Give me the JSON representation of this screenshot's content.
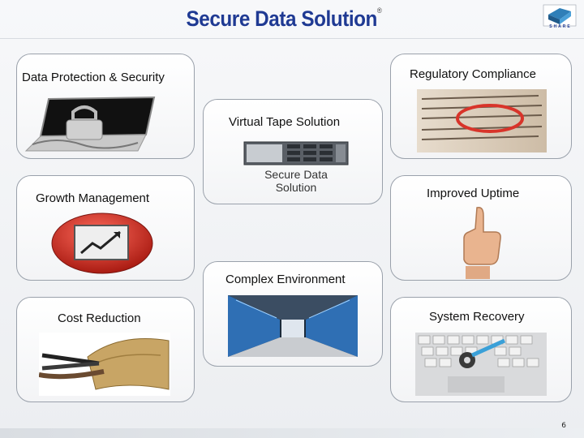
{
  "header": {
    "title": "Secure Data Solution",
    "title_mark": "®",
    "logo_text": "SHARE"
  },
  "panels": {
    "data_protection": {
      "label": "Data Protection & Security",
      "image_icon": "laptop-padlock-icon"
    },
    "regulatory": {
      "label": "Regulatory Compliance",
      "image_icon": "highlighted-document-icon"
    },
    "virtual_tape": {
      "label": "Virtual Tape Solution",
      "caption": "Secure Data Solution",
      "image_icon": "rack-server-icon"
    },
    "growth": {
      "label": "Growth Management",
      "image_icon": "growth-chart-button-icon"
    },
    "uptime": {
      "label": "Improved Uptime",
      "image_icon": "thumbs-up-icon"
    },
    "complex": {
      "label": "Complex Environment",
      "image_icon": "datacenter-aisle-icon"
    },
    "cost": {
      "label": "Cost Reduction",
      "image_icon": "scissors-cutting-money-icon"
    },
    "recovery": {
      "label": "System Recovery",
      "image_icon": "keyboard-lifebuoy-icon"
    }
  },
  "footer": {
    "page_number": "6"
  },
  "colors": {
    "title_blue": "#1f3a93",
    "accent_red": "#d8342a"
  }
}
